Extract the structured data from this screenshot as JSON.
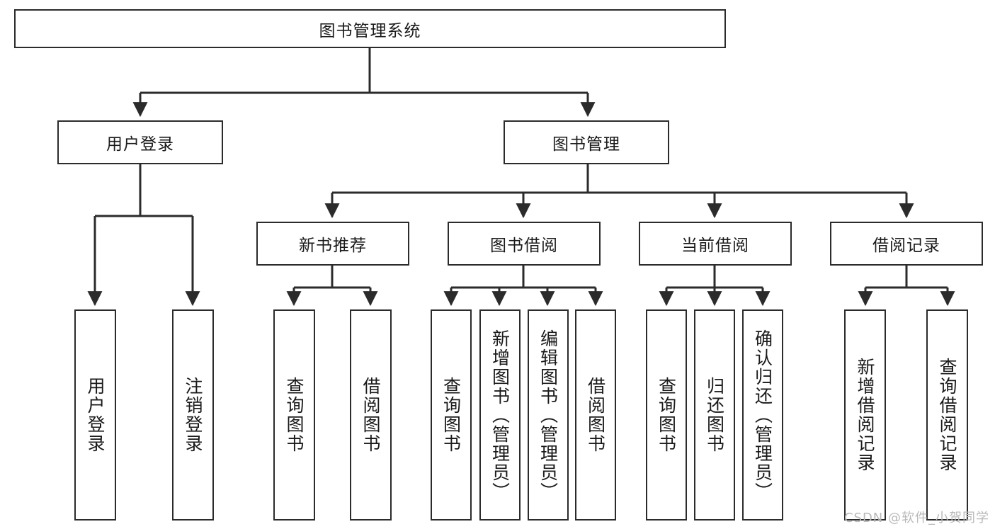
{
  "diagram": {
    "title": "图书管理系统",
    "type": "tree-hierarchy",
    "root": {
      "label": "图书管理系统"
    },
    "level2": [
      {
        "label": "用户登录"
      },
      {
        "label": "图书管理"
      }
    ],
    "level3": [
      {
        "label": "新书推荐"
      },
      {
        "label": "图书借阅"
      },
      {
        "label": "当前借阅"
      },
      {
        "label": "借阅记录"
      }
    ],
    "leaves": [
      {
        "label": "用户登录",
        "parent": "用户登录"
      },
      {
        "label": "注销登录",
        "parent": "用户登录"
      },
      {
        "label": "查询图书",
        "parent": "新书推荐"
      },
      {
        "label": "借阅图书",
        "parent": "新书推荐"
      },
      {
        "label": "查询图书",
        "parent": "图书借阅"
      },
      {
        "label": "新增图书（管理员）",
        "parent": "图书借阅"
      },
      {
        "label": "编辑图书（管理员）",
        "parent": "图书借阅"
      },
      {
        "label": "借阅图书",
        "parent": "图书借阅"
      },
      {
        "label": "查询图书",
        "parent": "当前借阅"
      },
      {
        "label": "归还图书",
        "parent": "当前借阅"
      },
      {
        "label": "确认归还（管理员）",
        "parent": "当前借阅"
      },
      {
        "label": "新增借阅记录",
        "parent": "借阅记录"
      },
      {
        "label": "查询借阅记录",
        "parent": "借阅记录"
      }
    ]
  },
  "watermark": {
    "text": "CSDN @软件_小贺同学"
  },
  "colors": {
    "stroke": "#2b2b2b",
    "background": "#ffffff",
    "text": "#1a1a1a",
    "watermark": "#b9b9b9"
  }
}
